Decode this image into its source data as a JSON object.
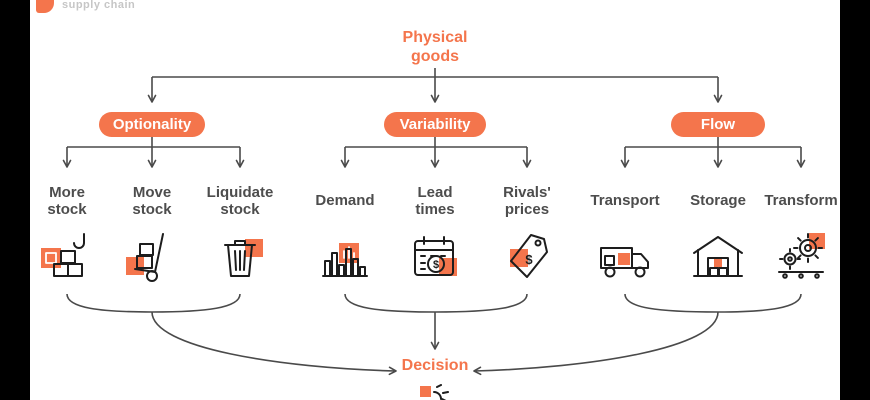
{
  "colors": {
    "accent": "#F4754C",
    "label_text": "#4d4d4d",
    "line": "#4a4a4a",
    "frame": "#000000",
    "background": "#ffffff"
  },
  "logo": {
    "tagline": "supply chain"
  },
  "root_label": "Physical\ngoods",
  "branches": [
    {
      "label": "Optionality",
      "items": [
        {
          "label": "More\nstock",
          "icon": "more-stock-icon"
        },
        {
          "label": "Move\nstock",
          "icon": "move-stock-icon"
        },
        {
          "label": "Liquidate\nstock",
          "icon": "liquidate-stock-icon"
        }
      ]
    },
    {
      "label": "Variability",
      "items": [
        {
          "label": "Demand",
          "icon": "demand-icon"
        },
        {
          "label": "Lead\ntimes",
          "icon": "lead-times-icon"
        },
        {
          "label": "Rivals'\nprices",
          "icon": "rivals-prices-icon"
        }
      ]
    },
    {
      "label": "Flow",
      "items": [
        {
          "label": "Transport",
          "icon": "transport-icon"
        },
        {
          "label": "Storage",
          "icon": "storage-icon"
        },
        {
          "label": "Transform",
          "icon": "transform-icon"
        }
      ]
    }
  ],
  "decision_label": "Decision",
  "icons": {
    "dollar_glyph": "$"
  }
}
